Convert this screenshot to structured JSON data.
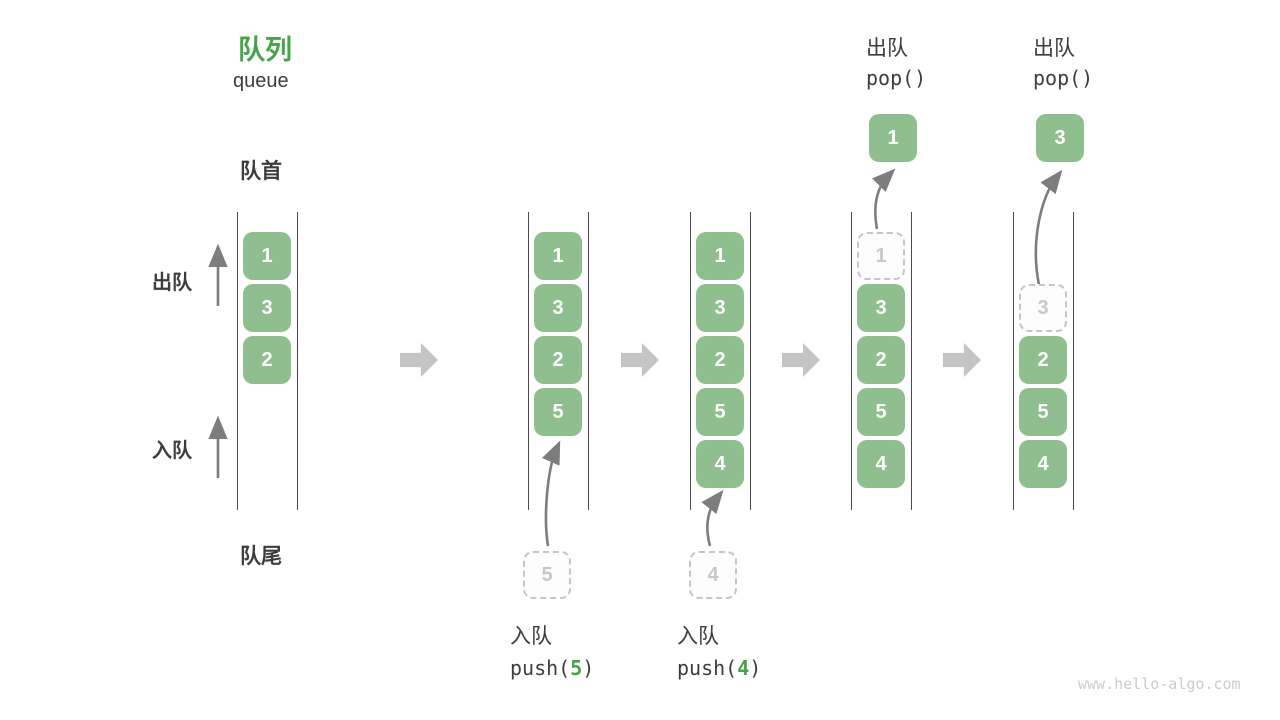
{
  "title": {
    "zh": "队列",
    "en": "queue"
  },
  "labels": {
    "front": "队首",
    "rear": "队尾",
    "dequeue": "出队",
    "enqueue": "入队"
  },
  "colors": {
    "box_green": "#8FBE8F",
    "accent_green": "#45A44A",
    "text_dark": "#3D3D3D",
    "thin_arrow_gray": "#7D7D7D",
    "block_arrow_gray": "#C4C4C4",
    "ghost_gray": "#C8C8C8"
  },
  "queue_states": [
    {
      "boxes": [
        "1",
        "3",
        "2"
      ]
    },
    {
      "boxes": [
        "1",
        "3",
        "2",
        "5"
      ]
    },
    {
      "boxes": [
        "1",
        "3",
        "2",
        "5",
        "4"
      ]
    },
    {
      "ghost": "1",
      "boxes": [
        "3",
        "2",
        "5",
        "4"
      ]
    },
    {
      "ghost": "3",
      "boxes": [
        "2",
        "5",
        "4"
      ]
    }
  ],
  "operations": {
    "push5": {
      "label": "入队",
      "fn": "push(",
      "arg": "5",
      "close": ")"
    },
    "push4": {
      "label": "入队",
      "fn": "push(",
      "arg": "4",
      "close": ")"
    },
    "pop1": {
      "label": "出队",
      "code": "pop()",
      "value": "1"
    },
    "pop2": {
      "label": "出队",
      "code": "pop()",
      "value": "3"
    }
  },
  "watermark": "www.hello-algo.com"
}
